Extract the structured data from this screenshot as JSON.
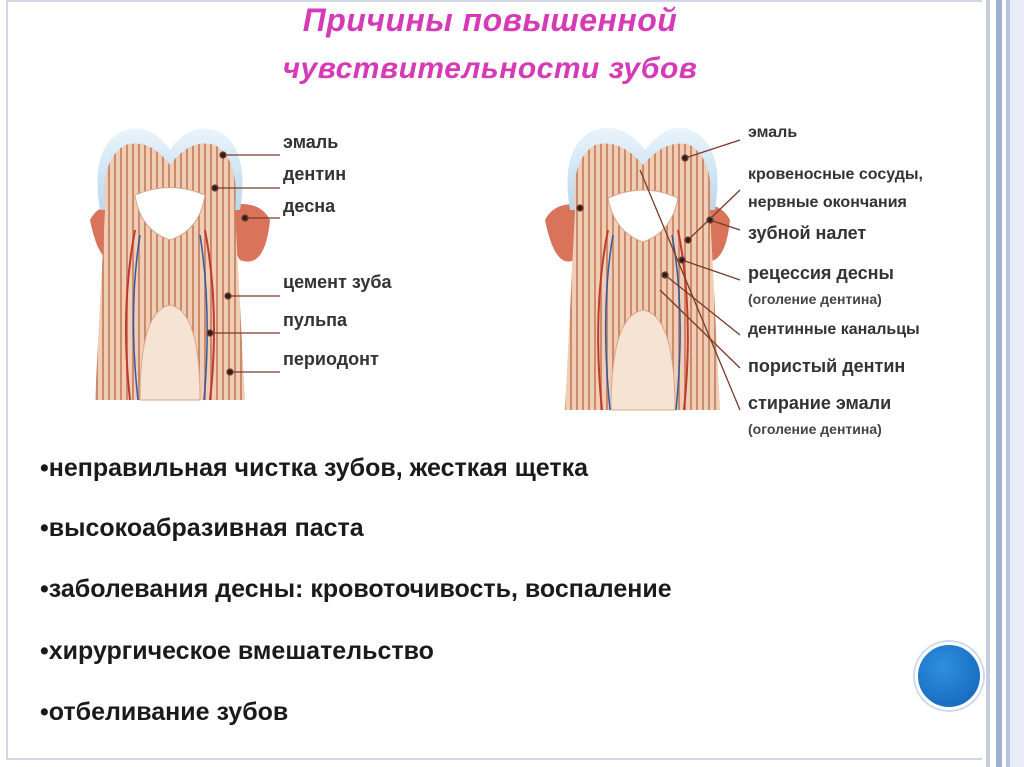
{
  "title": {
    "line1": "Причины повышенной",
    "line2": "чувствительности зубов"
  },
  "left_tooth_labels": [
    "эмаль",
    "дентин",
    "десна",
    "цемент зуба",
    "пульпа",
    "периодонт"
  ],
  "right_tooth_labels": {
    "enamel": "эмаль",
    "vessels": "кровеносные сосуды,",
    "nerves": "нервные окончания",
    "plaque": "зубной налет",
    "recession": "рецессия десны",
    "recession_note": "(оголение дентина)",
    "tubules": "дентинные канальцы",
    "porous": "пористый дентин",
    "abrasion": "стирание эмали",
    "abrasion_note": "(оголение дентина)"
  },
  "bullets": [
    "•неправильная чистка зубов, жесткая щетка",
    "•высокоабразивная паста",
    "•заболевания десны: кровоточивость, воспаление",
    "•хирургическое вмешательство",
    "•отбеливание  зубов"
  ],
  "colors": {
    "title": "#d63ab6",
    "accent_circle": "#1a6fc4",
    "gum": "#d9735a",
    "dentin": "#e8b89a",
    "enamel": "#cfe6f5"
  }
}
